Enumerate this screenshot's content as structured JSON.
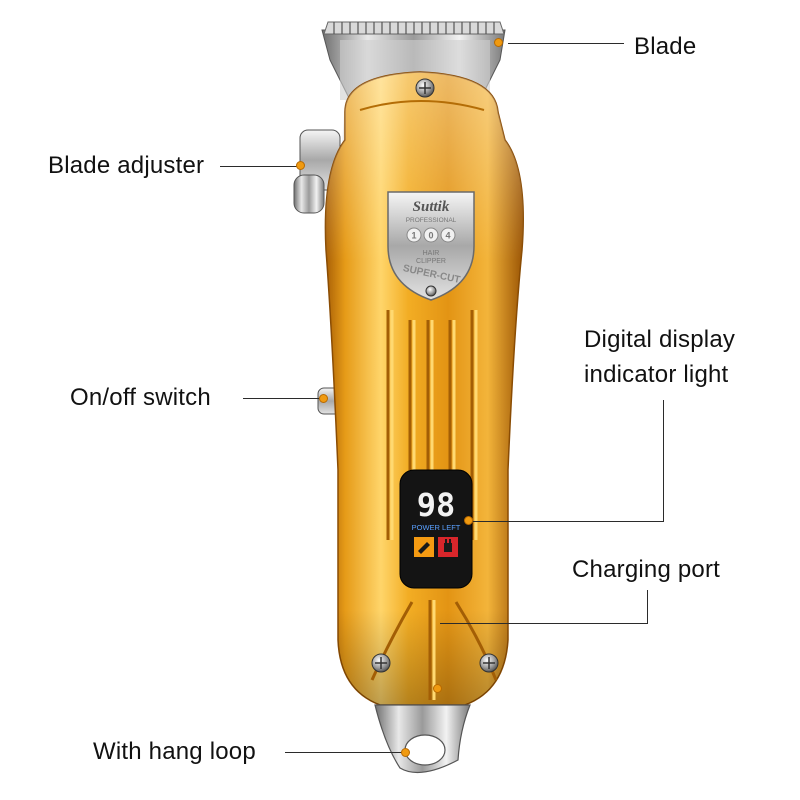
{
  "callouts": {
    "blade": "Blade",
    "blade_adjuster": "Blade adjuster",
    "on_off_switch": "On/off switch",
    "digital_display_line1": "Digital display",
    "digital_display_line2": "indicator light",
    "charging_port": "Charging port",
    "hang_loop": "With hang loop"
  },
  "badge": {
    "brand": "Suttik",
    "subtitle": "PROFESSIONAL",
    "model_digits": [
      "1",
      "0",
      "4"
    ],
    "line1": "HAIR",
    "line2": "CLIPPER",
    "arc_text": "SUPER-CUT"
  },
  "display": {
    "battery_percent": "98",
    "caption": "POWER LEFT"
  },
  "colors": {
    "body_gold": "#e8a21a",
    "accent_dot": "#f09a10",
    "display_bg": "#141414",
    "display_digits": "#f2f2f2",
    "display_caption": "#5aa0ff",
    "indicator_orange": "#f59b12",
    "indicator_red": "#d8262b"
  },
  "icons": [
    "clipper-usage-icon",
    "plug-icon"
  ]
}
